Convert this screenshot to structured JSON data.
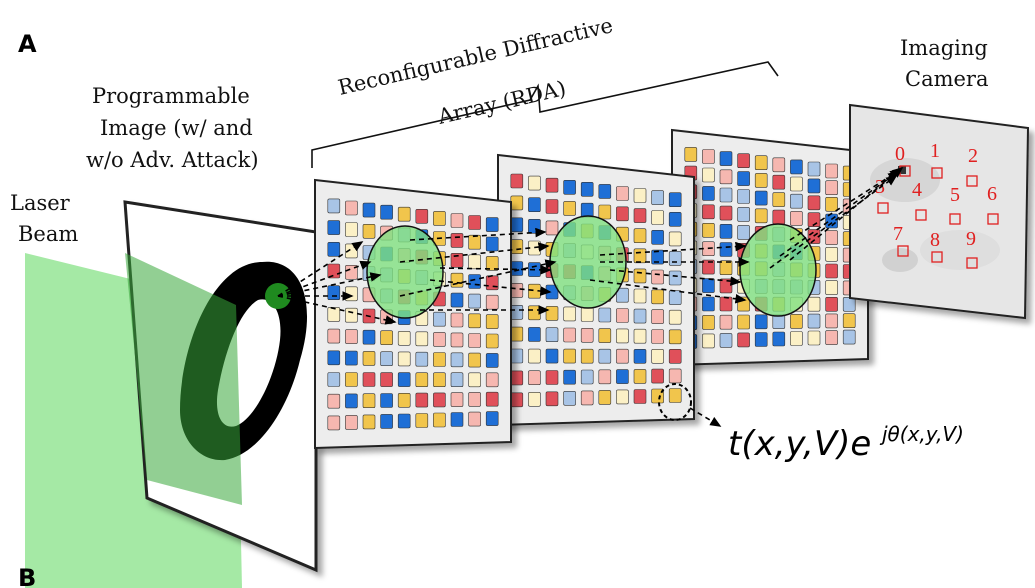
{
  "panel_labels": {
    "a": "A",
    "b": "B"
  },
  "labels": {
    "laser_line1": "Laser",
    "laser_line2": "Beam",
    "image_line1": "Programmable",
    "image_line2": "Image (w/ and",
    "image_line3": "w/o Adv. Attack)",
    "rda_line1": "Reconfigurable Diffractive",
    "rda_line2": "Array (RDA)",
    "camera_line1": "Imaging",
    "camera_line2": "Camera"
  },
  "formula": {
    "base": "t(x,y,V)e",
    "exponent": "jθ(x,y,V)"
  },
  "camera_digits": [
    "0",
    "1",
    "2",
    "3",
    "4",
    "5",
    "6",
    "7",
    "8",
    "9"
  ],
  "colors": {
    "laser": "#7fe07f",
    "beam_spot": "#1f8a1f",
    "pixel_blue": "#1f6fd6",
    "pixel_red": "#e0505a",
    "pixel_yellow": "#f1c54c",
    "pixel_pink": "#f6b7b0",
    "pixel_cream": "#fbf0c6",
    "pixel_lightblue": "#a8c4e6",
    "detector": "#e02020"
  }
}
